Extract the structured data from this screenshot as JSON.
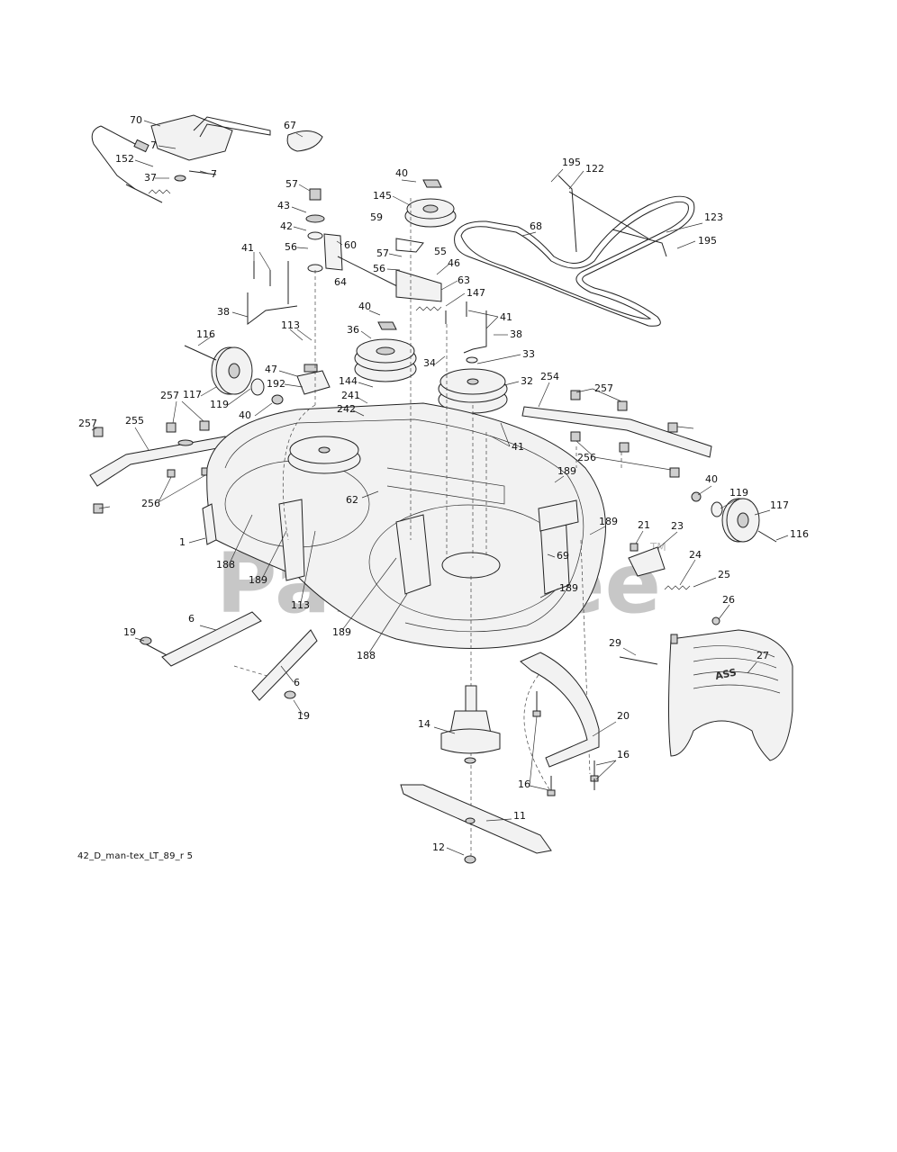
{
  "watermark": {
    "text": "PartsTree",
    "tm": "TM"
  },
  "caption": "42_D_man-tex_LT_89_r 5",
  "cover_logo": "ASS",
  "labels": [
    "70",
    "67",
    "7",
    "152",
    "7",
    "37",
    "195",
    "122",
    "40",
    "145",
    "57",
    "43",
    "42",
    "56",
    "60",
    "59",
    "57",
    "55",
    "56",
    "46",
    "63",
    "147",
    "41",
    "64",
    "38",
    "41",
    "113",
    "116",
    "36",
    "40",
    "38",
    "33",
    "34",
    "32",
    "254",
    "47",
    "192",
    "117",
    "119",
    "40",
    "144",
    "241",
    "242",
    "257",
    "257",
    "257",
    "255",
    "256",
    "62",
    "41",
    "256",
    "189",
    "40",
    "119",
    "117",
    "116",
    "189",
    "21",
    "23",
    "24",
    "25",
    "26",
    "1",
    "188",
    "189",
    "113",
    "69",
    "189",
    "189",
    "188",
    "6",
    "19",
    "6",
    "19",
    "29",
    "27",
    "14",
    "20",
    "16",
    "16",
    "11",
    "12",
    "123",
    "195",
    "68"
  ]
}
